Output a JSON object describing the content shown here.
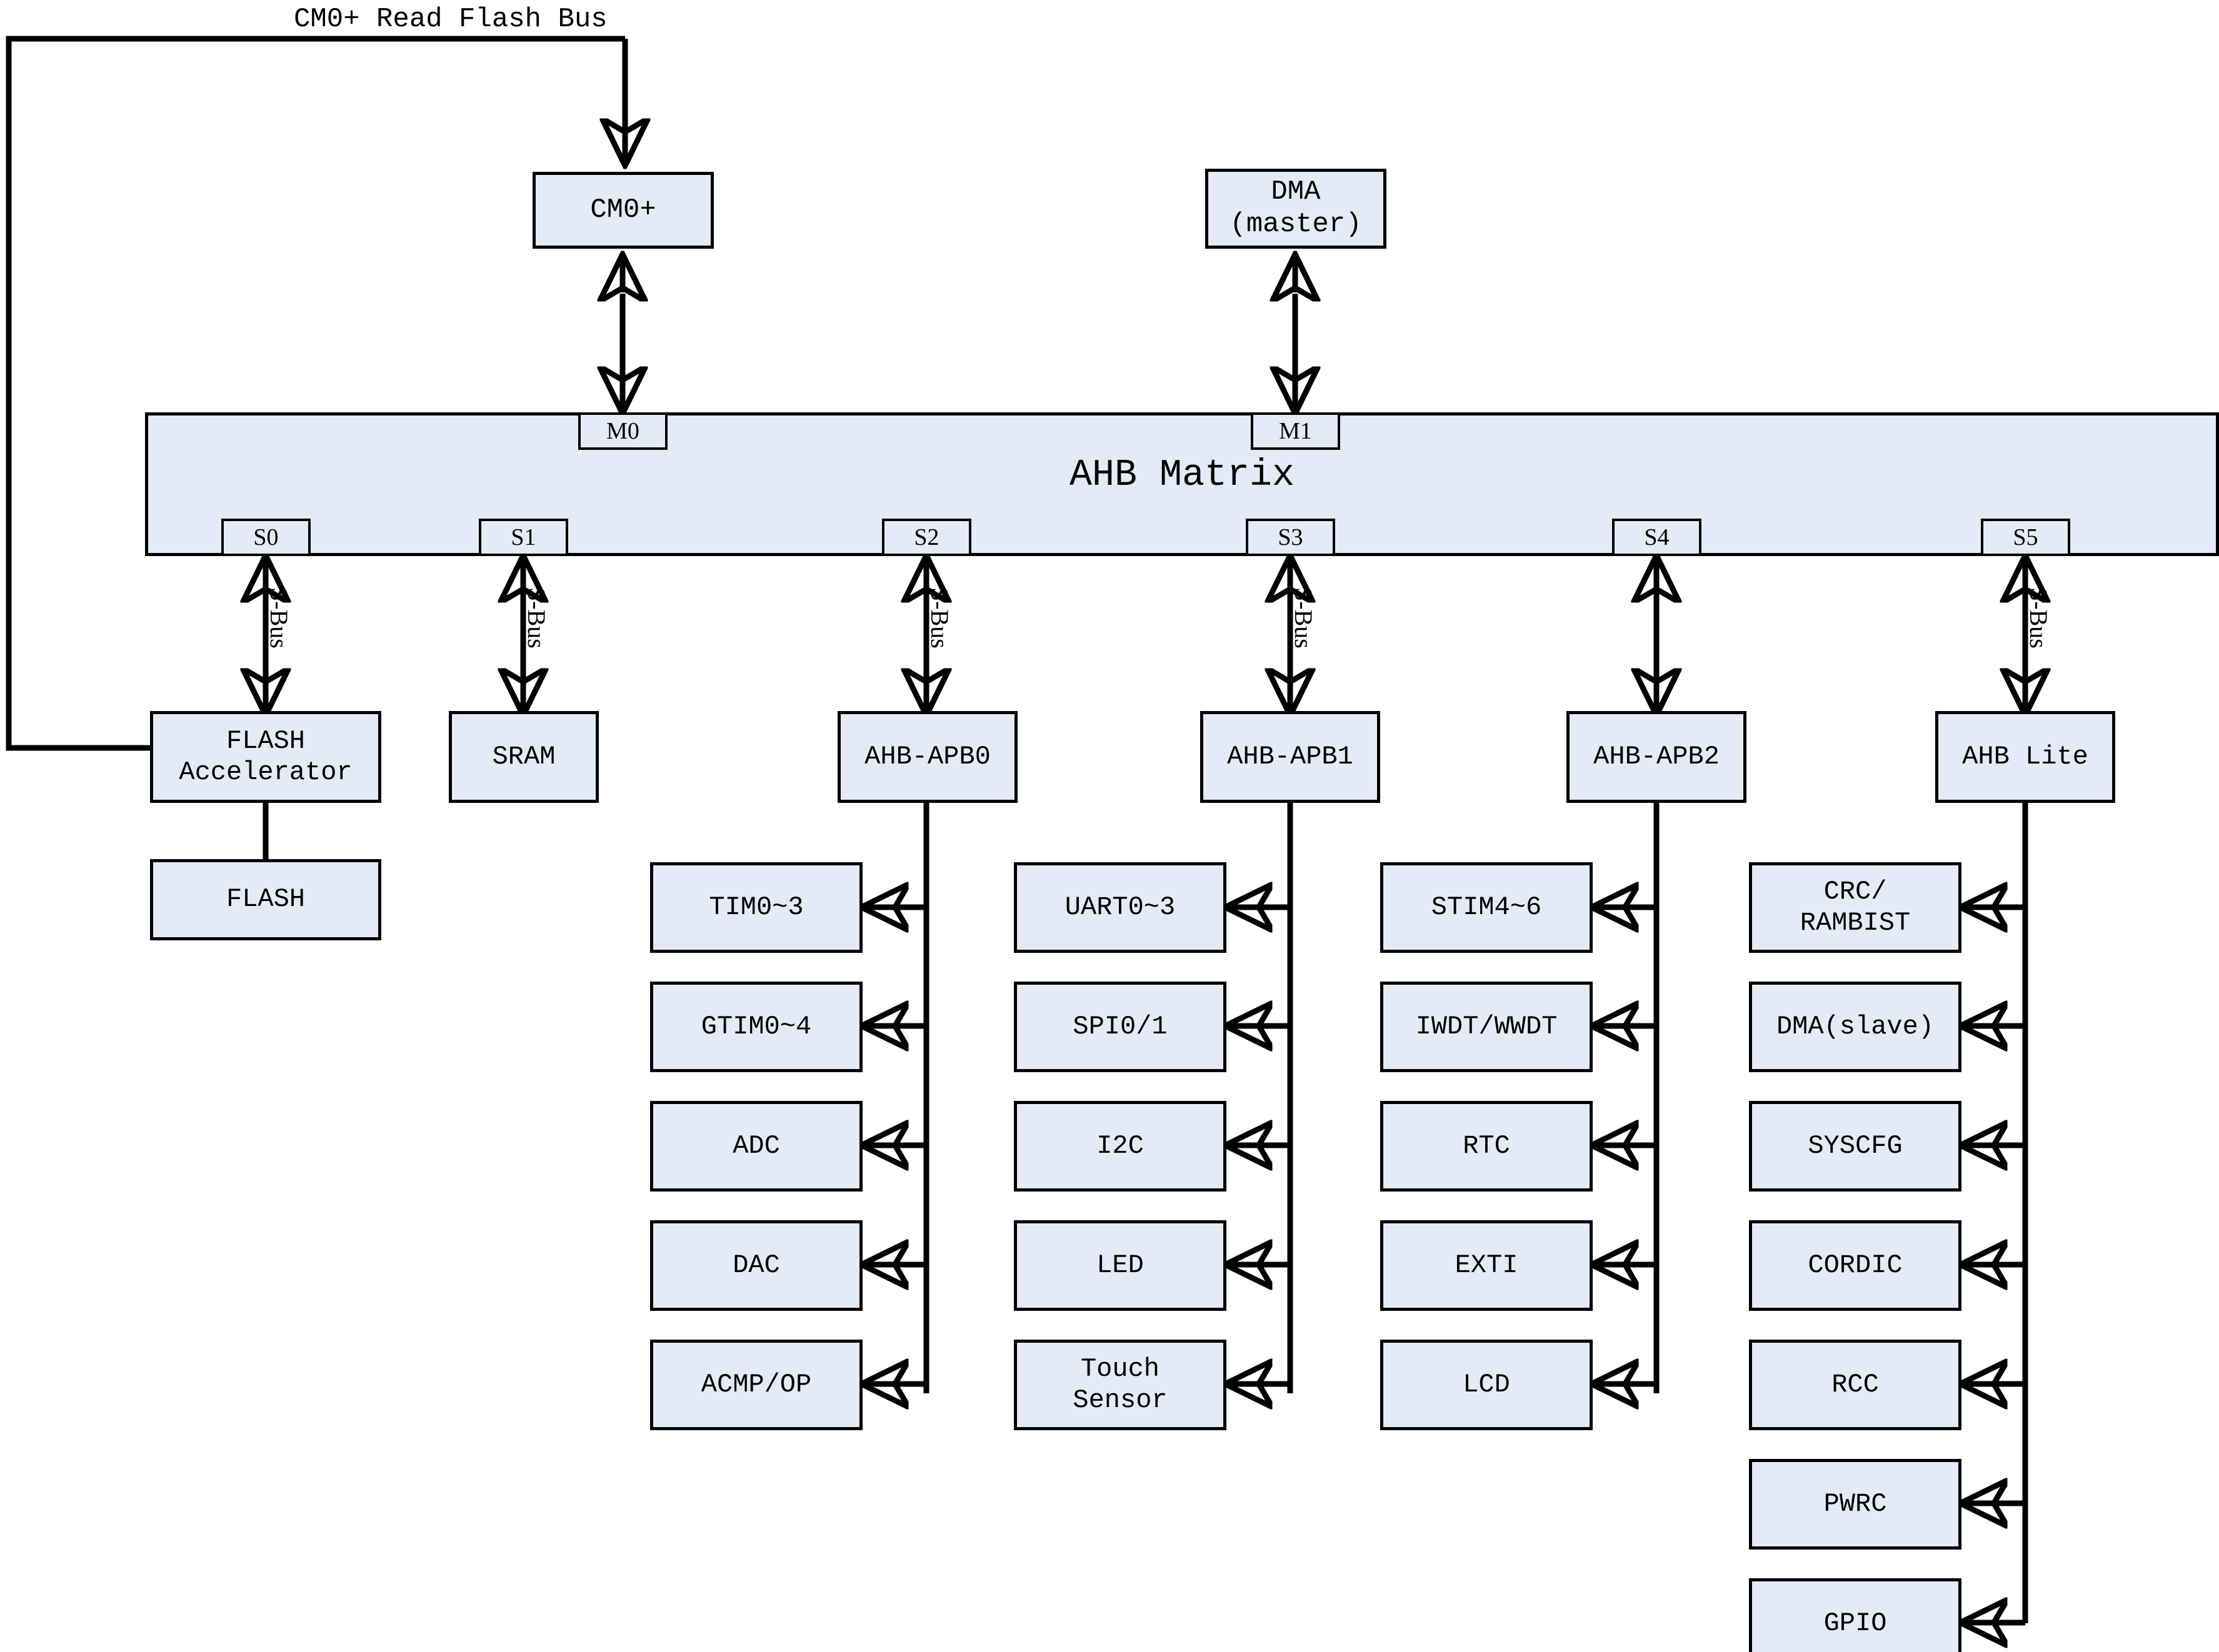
{
  "diagram": {
    "title_label": "CM0+ Read Flash Bus",
    "matrix": {
      "name": "AHB Matrix",
      "master_ports": [
        "M0",
        "M1"
      ],
      "slave_ports": [
        "S0",
        "S1",
        "S2",
        "S3",
        "S4",
        "S5"
      ]
    },
    "masters": [
      {
        "id": "cm0",
        "label": "CM0+"
      },
      {
        "id": "dma",
        "label": "DMA\n(master)"
      }
    ],
    "bus_label": "S-Bus",
    "slaves": [
      {
        "id": "flash-accelerator",
        "label": "FLASH\nAccelerator"
      },
      {
        "id": "sram",
        "label": "SRAM"
      },
      {
        "id": "ahb-apb0",
        "label": "AHB-APB0"
      },
      {
        "id": "ahb-apb1",
        "label": "AHB-APB1"
      },
      {
        "id": "ahb-apb2",
        "label": "AHB-APB2"
      },
      {
        "id": "ahb-lite",
        "label": "AHB Lite"
      }
    ],
    "flash": {
      "label": "FLASH"
    },
    "peripheral_columns": [
      {
        "bridge": "AHB-APB0",
        "items": [
          "TIM0~3",
          "GTIM0~4",
          "ADC",
          "DAC",
          "ACMP/OP"
        ]
      },
      {
        "bridge": "AHB-APB1",
        "items": [
          "UART0~3",
          "SPI0/1",
          "I2C",
          "LED",
          "Touch\nSensor"
        ]
      },
      {
        "bridge": "AHB-APB2",
        "items": [
          "STIM4~6",
          "IWDT/WWDT",
          "RTC",
          "EXTI",
          "LCD"
        ]
      },
      {
        "bridge": "AHB Lite",
        "items": [
          "CRC/\nRAMBIST",
          "DMA(slave)",
          "SYSCFG",
          "CORDIC",
          "RCC",
          "PWRC",
          "GPIO"
        ]
      }
    ],
    "colors": {
      "box_fill": "#e5ebf6",
      "stroke": "#000000",
      "background": "#ffffff"
    }
  }
}
